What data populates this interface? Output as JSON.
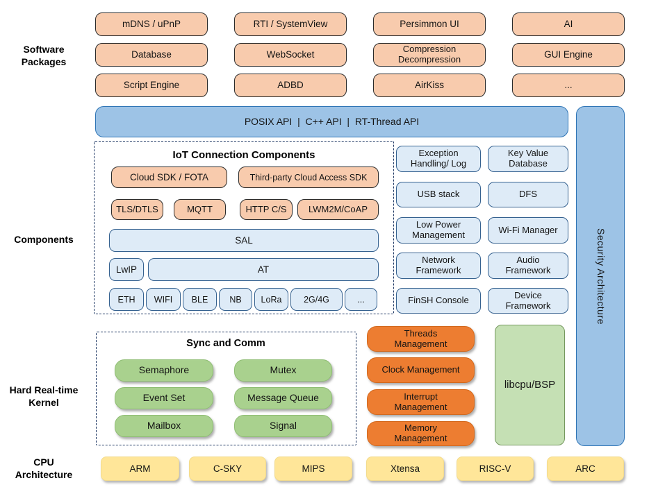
{
  "section_labels": {
    "software_packages": "Software Packages",
    "components": "Components",
    "kernel": "Hard Real-time Kernel",
    "cpu": "CPU Architecture"
  },
  "software_packages": {
    "items": [
      "mDNS / uPnP",
      "RTI / SystemView",
      "Persimmon UI",
      "AI",
      "Database",
      "WebSocket",
      "Compression\nDecompression",
      "GUI Engine",
      "Script Engine",
      "ADBD",
      "AirKiss",
      "..."
    ]
  },
  "api_bar": {
    "label": "POSIX API  |  C++ API  |  RT-Thread API"
  },
  "security_bar": {
    "label": "Security Architecture"
  },
  "iot": {
    "title": "IoT Connection Components",
    "cloud_sdk": "Cloud SDK / FOTA",
    "third_party": "Third-party Cloud Access SDK",
    "protocols": [
      "TLS/DTLS",
      "MQTT",
      "HTTP C/S",
      "LWM2M/CoAP"
    ],
    "sal": "SAL",
    "lwip": "LwIP",
    "at": "AT",
    "links": [
      "ETH",
      "WIFI",
      "BLE",
      "NB",
      "LoRa",
      "2G/4G",
      "..."
    ]
  },
  "services": {
    "items": [
      "Exception Handling/ Log",
      "Key Value Database",
      "USB stack",
      "DFS",
      "Low Power Management",
      "Wi-Fi Manager",
      "Network Framework",
      "Audio Framework",
      "FinSH Console",
      "Device Framework"
    ]
  },
  "kernel": {
    "sync_title": "Sync and Comm",
    "sync_items": [
      "Semaphore",
      "Mutex",
      "Event Set",
      "Message Queue",
      "Mailbox",
      "Signal"
    ],
    "management_items": [
      "Threads\nManagement",
      "Clock Management",
      "Interrupt\nManagement",
      "Memory\nManagement"
    ],
    "libcpu": "libcpu/BSP"
  },
  "cpu": {
    "items": [
      "ARM",
      "C-SKY",
      "MIPS",
      "Xtensa",
      "RISC-V",
      "ARC"
    ]
  },
  "colors": {
    "peach": "#F8CBAD",
    "api_blue": "#9DC3E6",
    "api_blue_border": "#2E74B5",
    "light_blue": "#DEEBF7",
    "green": "#A9D18E",
    "kernel_orange": "#ED7D31",
    "libcpu_green": "#C5E0B4",
    "cpu_yellow": "#FFE699",
    "dashed_navy": "#1F3864"
  }
}
